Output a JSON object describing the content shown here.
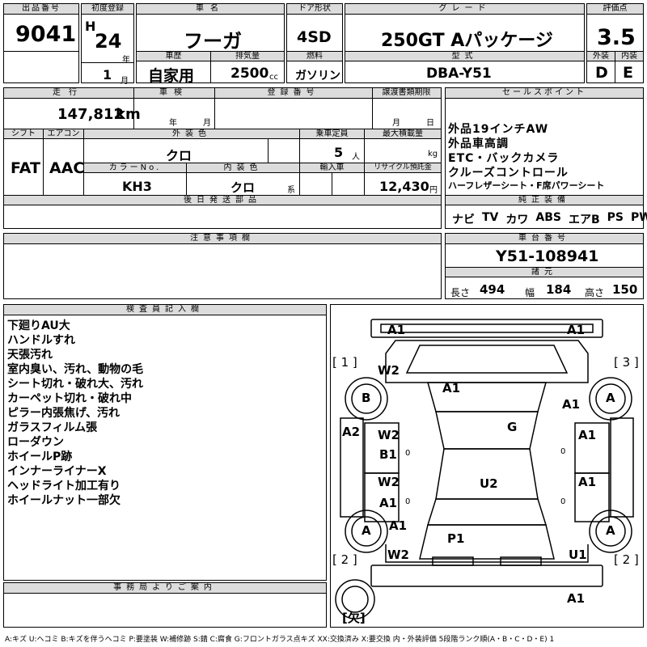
{
  "header": {
    "lot_label": "出品番号",
    "lot_no": "9041",
    "first_reg_label": "初度登録",
    "era_prefix": "H",
    "year": "24",
    "year_unit": "年",
    "month": "1",
    "month_unit": "月",
    "car_name_label": "車名",
    "car_name": "フーガ",
    "door_label": "ドア形状",
    "door": "4SD",
    "grade_label": "グレード",
    "grade": "250GT Aパッケージ",
    "score_label": "評価点",
    "score": "3.5",
    "history_label": "車歴",
    "history": "自家用",
    "displacement_label": "排気量",
    "displacement": "2500",
    "displacement_unit": "cc",
    "fuel_label": "燃料",
    "fuel": "ガソリン",
    "model_code_label": "型式",
    "model_code": "DBA-Y51",
    "ext_grade_label": "外装",
    "ext_grade": "D",
    "int_grade_label": "内装",
    "int_grade": "E"
  },
  "details": {
    "mileage_label": "走行",
    "mileage": "147,812",
    "mileage_unit": "km",
    "inspection_label": "車検",
    "insp_year_unit": "年",
    "insp_month_unit": "月",
    "reg_no_label": "登録番号",
    "transfer_label": "譲渡書類期限",
    "transfer_month_unit": "月",
    "transfer_day_unit": "日",
    "shift_label": "シフト",
    "shift": "FAT",
    "ac_label": "エアコン",
    "ac": "AAC",
    "ext_color_label": "外装色",
    "ext_color": "クロ",
    "capacity_label": "乗車定員",
    "capacity": "5",
    "capacity_unit": "人",
    "max_load_label": "最大積載量",
    "max_load_unit": "kg",
    "color_no_label": "カラーNo.",
    "color_no": "KH3",
    "int_color_label": "内装色",
    "int_color": "クロ",
    "int_color_unit": "系",
    "import_label": "輸入車",
    "recycle_label": "リサイクル預託金",
    "recycle": "12,430",
    "recycle_unit": "円",
    "later_parts_label": "後日発送部品"
  },
  "sales": {
    "label": "セールスポイント",
    "points": [
      "外品19インチAW",
      "外品車高調",
      "ETC・バックカメラ",
      "クルーズコントロール",
      "ハーフレザーシート・F席パワーシート"
    ]
  },
  "equipment": {
    "label": "純正装備",
    "items": [
      "ナビ",
      "TV",
      "カワ",
      "ABS",
      "エアB",
      "PS",
      "PW"
    ]
  },
  "notes": {
    "label": "注意事項欄"
  },
  "chassis": {
    "label": "車台番号",
    "value": "Y51-108941"
  },
  "dims": {
    "label": "諸元",
    "length_label": "長さ",
    "length": "494",
    "width_label": "幅",
    "width": "184",
    "height_label": "高さ",
    "height": "150"
  },
  "inspector": {
    "label": "検査員記入欄",
    "remarks": [
      "下廻りAU大",
      "ハンドルすれ",
      "天張汚れ",
      "室内臭い、汚れ、動物の毛",
      "シート切れ・破れ大、汚れ",
      "カーペット切れ・破れ中",
      "ピラー内張焦げ、汚れ",
      "ガラスフィルム張",
      "ローダウン",
      "ホイールP跡",
      "インナーライナーX",
      "ヘッドライト加工有り",
      "ホイールナット一部欠"
    ]
  },
  "office": {
    "label": "事務局よりご案内"
  },
  "diagram": {
    "marks": {
      "front_left": "A1",
      "front_right": "A1",
      "hood_left": "W2",
      "hood": "A1",
      "front_right_fender": "A1",
      "tire_fl": "B",
      "tire_fr": "A",
      "tire_rl": "A",
      "tire_rr": "A",
      "roof": "G",
      "left_side": "A2",
      "door_lf_1": "W2",
      "door_lf_2": "B1",
      "door_rf": "A1",
      "door_lr_1": "W2",
      "door_lr_2": "A1",
      "door_rr": "A1",
      "rear_left_fender": "A1",
      "roof_rear": "U2",
      "trunk": "P1",
      "rear_left": "W2",
      "rear_right": "U1",
      "rear_bottom": "A1"
    },
    "tags": {
      "t1": "[ 1 ]",
      "t2l": "[ 2 ]",
      "t2r": "[ 2 ]",
      "t3": "[ 3 ]",
      "missing": "[欠]"
    },
    "oval_0": "0"
  },
  "legend": "A:キズ U:ヘコミ B:キズを伴うヘコミ P:要塗装 W:補修跡 S:錆 C:腐食 G:フロントガラス点キズ XX:交換済み X:要交換 内・外装評価 5段階ランク順(A・B・C・D・E) 1"
}
